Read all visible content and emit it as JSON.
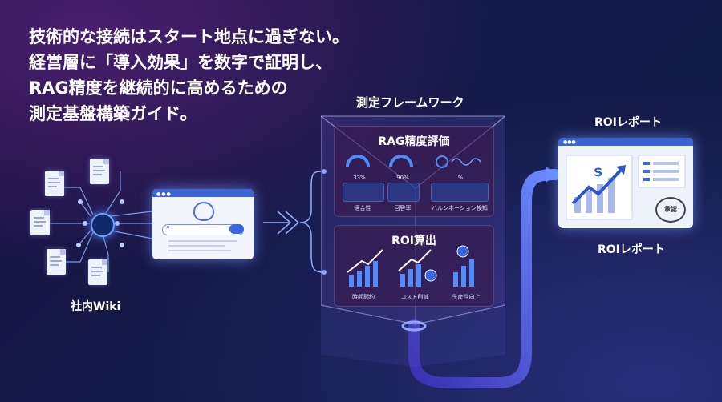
{
  "headline": [
    "技術的な接続はスタート地点に過ぎない。",
    "経営層に「導入効果」を数字で証明し、",
    "RAG精度を継続的に高めるための",
    "測定基盤構築ガイド。"
  ],
  "wiki": {
    "label": "社内Wiki"
  },
  "framework": {
    "label": "測定フレームワーク",
    "rag": {
      "title": "RAG精度評価",
      "gauges": [
        "33%",
        "90%",
        "%"
      ],
      "metrics": [
        "適合性",
        "回答率",
        "ハルシネーション検知"
      ]
    },
    "roi": {
      "title": "ROI算出",
      "items": [
        "時間節約",
        "コスト削減",
        "生産性向上"
      ]
    }
  },
  "report": {
    "title_top": "ROIレポート",
    "title_bottom": "ROIレポート",
    "stamp": "承認"
  },
  "colors": {
    "accent": "#3b63d4",
    "glow": "#6f8cff",
    "pipe": "#5a5fe0"
  }
}
